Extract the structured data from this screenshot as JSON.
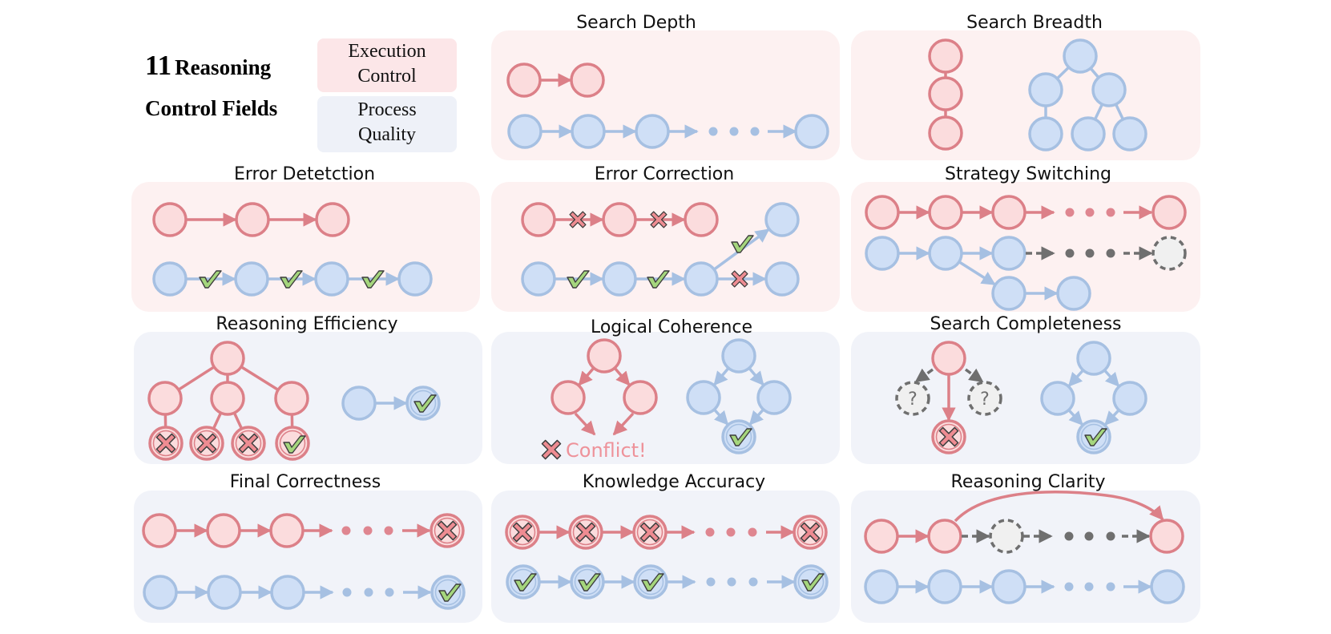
{
  "legend": {
    "title_number": "11",
    "title_line1": "Reasoning",
    "title_line2": "Control Fields",
    "execution_line1": "Execution",
    "execution_line2": "Control",
    "process_line1": "Process",
    "process_line2": "Quality"
  },
  "panels": [
    {
      "key": "search_depth",
      "title": "Search Depth",
      "category": "execution"
    },
    {
      "key": "search_breadth",
      "title": "Search Breadth",
      "category": "execution"
    },
    {
      "key": "error_detection",
      "title": "Error Detetction",
      "category": "execution"
    },
    {
      "key": "error_correction",
      "title": "Error Correction",
      "category": "execution"
    },
    {
      "key": "strategy_switching",
      "title": "Strategy Switching",
      "category": "execution"
    },
    {
      "key": "reasoning_efficiency",
      "title": "Reasoning Efficiency",
      "category": "quality"
    },
    {
      "key": "logical_coherence",
      "title": "Logical Coherence",
      "category": "quality",
      "annotation": "Conflict!"
    },
    {
      "key": "search_completeness",
      "title": "Search Completeness",
      "category": "quality",
      "unknown_mark": "?"
    },
    {
      "key": "final_correctness",
      "title": "Final Correctness",
      "category": "quality"
    },
    {
      "key": "knowledge_accuracy",
      "title": "Knowledge Accuracy",
      "category": "quality"
    },
    {
      "key": "reasoning_clarity",
      "title": "Reasoning Clarity",
      "category": "quality"
    }
  ],
  "colors": {
    "execution_bg": "#fdf1f1",
    "quality_bg": "#f1f3f9",
    "legend_execution": "#fce6e8",
    "legend_quality": "#eef1f8",
    "red_fill": "#fbdcdd",
    "red_stroke": "#dc8088",
    "red_dot": "#df8690",
    "blue_fill": "#cfdff6",
    "blue_stroke": "#a6c0e2",
    "blue_dot": "#a6c0e2",
    "gray": "#6f6f6f",
    "gray_fill": "#f0f0f0",
    "check_fill": "#a5d67d",
    "cross_fill": "#ee8c92",
    "conflict_text": "#ee929a"
  },
  "icons": [
    "check-icon",
    "cross-icon",
    "question-icon"
  ]
}
